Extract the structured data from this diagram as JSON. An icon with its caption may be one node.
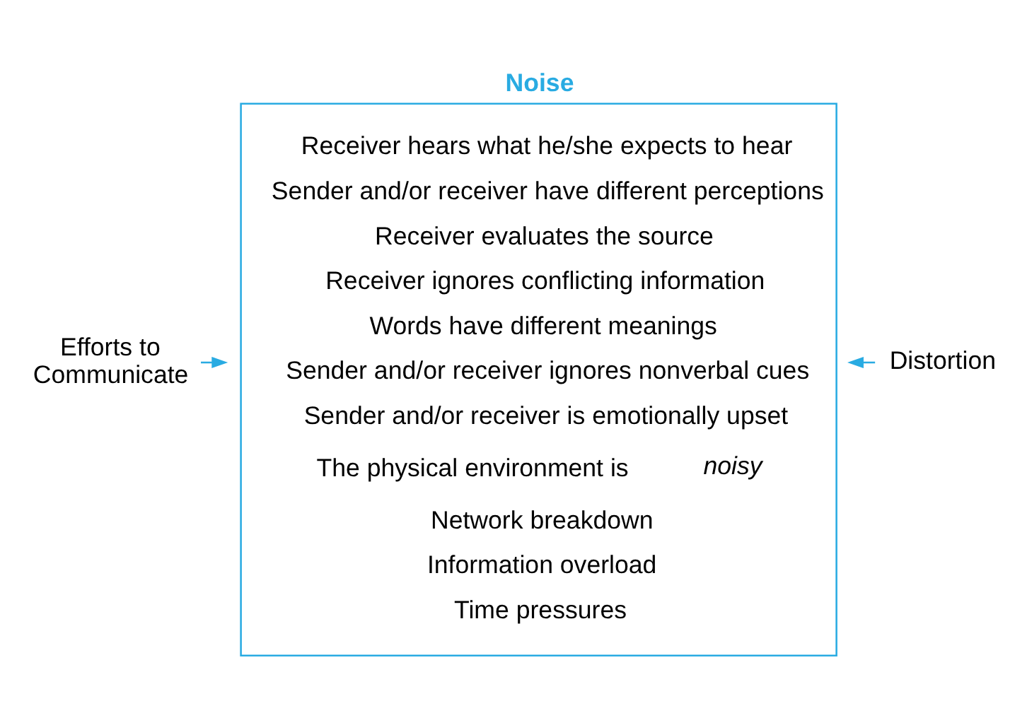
{
  "diagram": {
    "nodes": [
      {
        "text": [
          "Noise",
          "Receiver hears what he/she expects to hear",
          "Sender and/or receiver have different perceptions",
          "Receiver evaluates the source",
          "Receiver ignores conflicting information",
          "Words have different meanings",
          "Sender and/or receiver ignores nonverbal cues",
          "Sender and/or receiver is emotionally upset",
          "The physical environment is *noisy*",
          "Network breakdown",
          "Information overload",
          "Time pressures"
        ]
      },
      {
        "text": [
          "Efforts to Communicate"
        ]
      },
      {
        "text": [
          "Distortion"
        ]
      }
    ],
    "edges": [
      {
        "from": 1,
        "to": 0,
        "arrow": "to"
      },
      {
        "from": 2,
        "to": 0,
        "arrow": "to"
      }
    ]
  }
}
